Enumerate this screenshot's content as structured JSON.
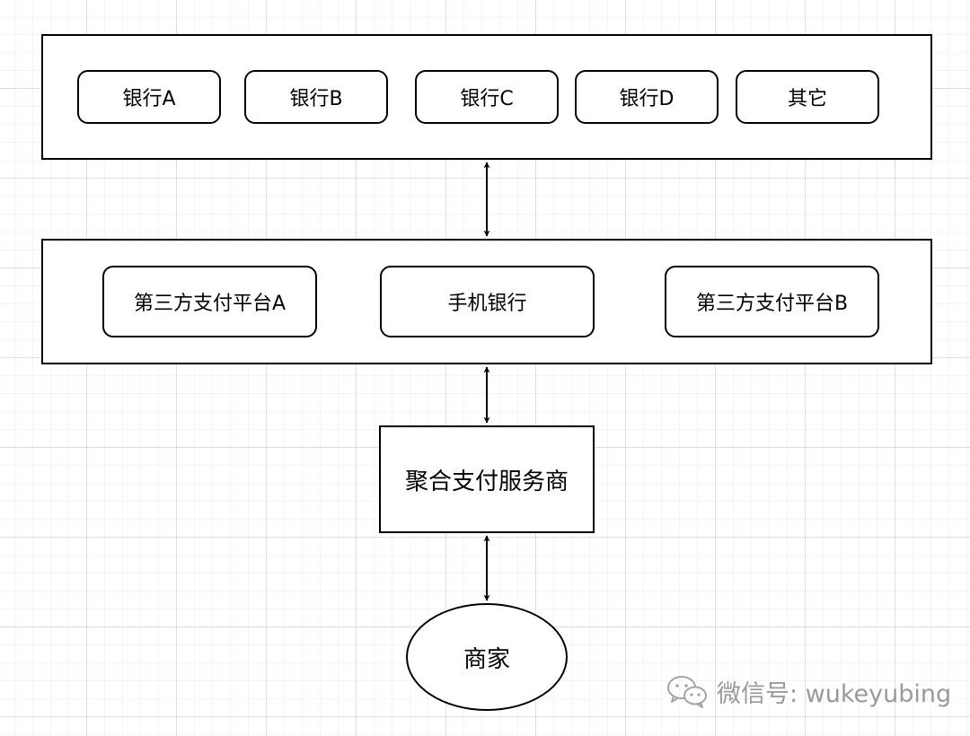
{
  "layers": {
    "banks": {
      "nodes": [
        {
          "label": "银行A"
        },
        {
          "label": "银行B"
        },
        {
          "label": "银行C"
        },
        {
          "label": "银行D"
        },
        {
          "label": "其它"
        }
      ]
    },
    "platforms": {
      "nodes": [
        {
          "label": "第三方支付平台A"
        },
        {
          "label": "手机银行"
        },
        {
          "label": "第三方支付平台B"
        }
      ]
    },
    "aggregator": {
      "label": "聚合支付服务商"
    },
    "merchant": {
      "label": "商家"
    }
  },
  "connections": [
    {
      "from": "banks",
      "to": "platforms",
      "direction": "bidirectional"
    },
    {
      "from": "platforms",
      "to": "aggregator",
      "direction": "bidirectional"
    },
    {
      "from": "aggregator",
      "to": "merchant",
      "direction": "bidirectional"
    }
  ],
  "watermark": {
    "icon": "wechat-icon",
    "text": "微信号: wukeyubing"
  }
}
